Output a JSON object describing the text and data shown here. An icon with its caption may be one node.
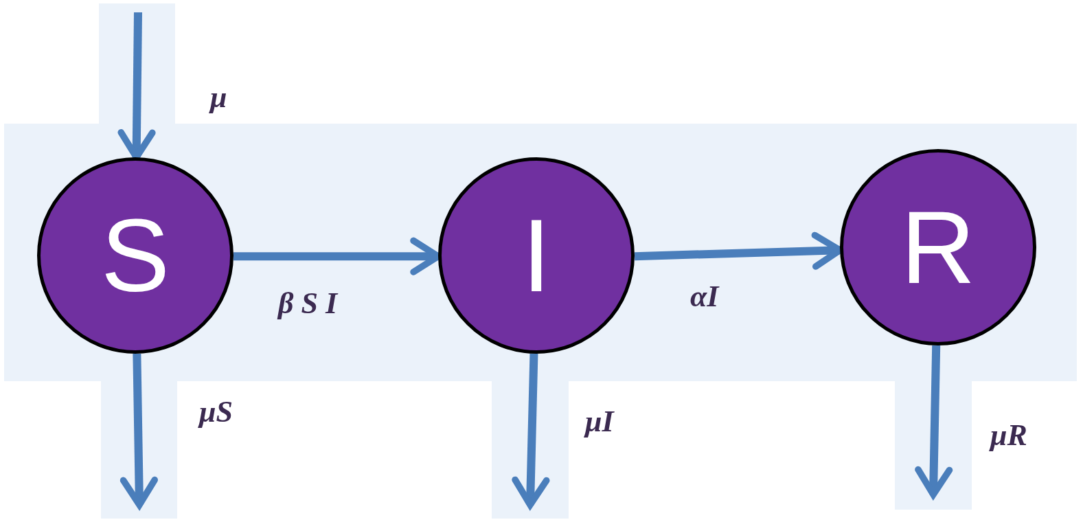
{
  "diagram": {
    "nodes": [
      {
        "text": [
          "S"
        ]
      },
      {
        "text": [
          "I"
        ]
      },
      {
        "text": [
          "R"
        ]
      }
    ],
    "edges": [
      {
        "from": null,
        "to": 0,
        "arrow": "to",
        "label": "μ"
      },
      {
        "from": 0,
        "to": 1,
        "arrow": "to",
        "label": "β S I"
      },
      {
        "from": 1,
        "to": 2,
        "arrow": "to",
        "label": "αI"
      },
      {
        "from": 0,
        "to": null,
        "arrow": "to",
        "label": "μS"
      },
      {
        "from": 1,
        "to": null,
        "arrow": "to",
        "label": "μI"
      },
      {
        "from": 2,
        "to": null,
        "arrow": "to",
        "label": "μR"
      }
    ]
  }
}
